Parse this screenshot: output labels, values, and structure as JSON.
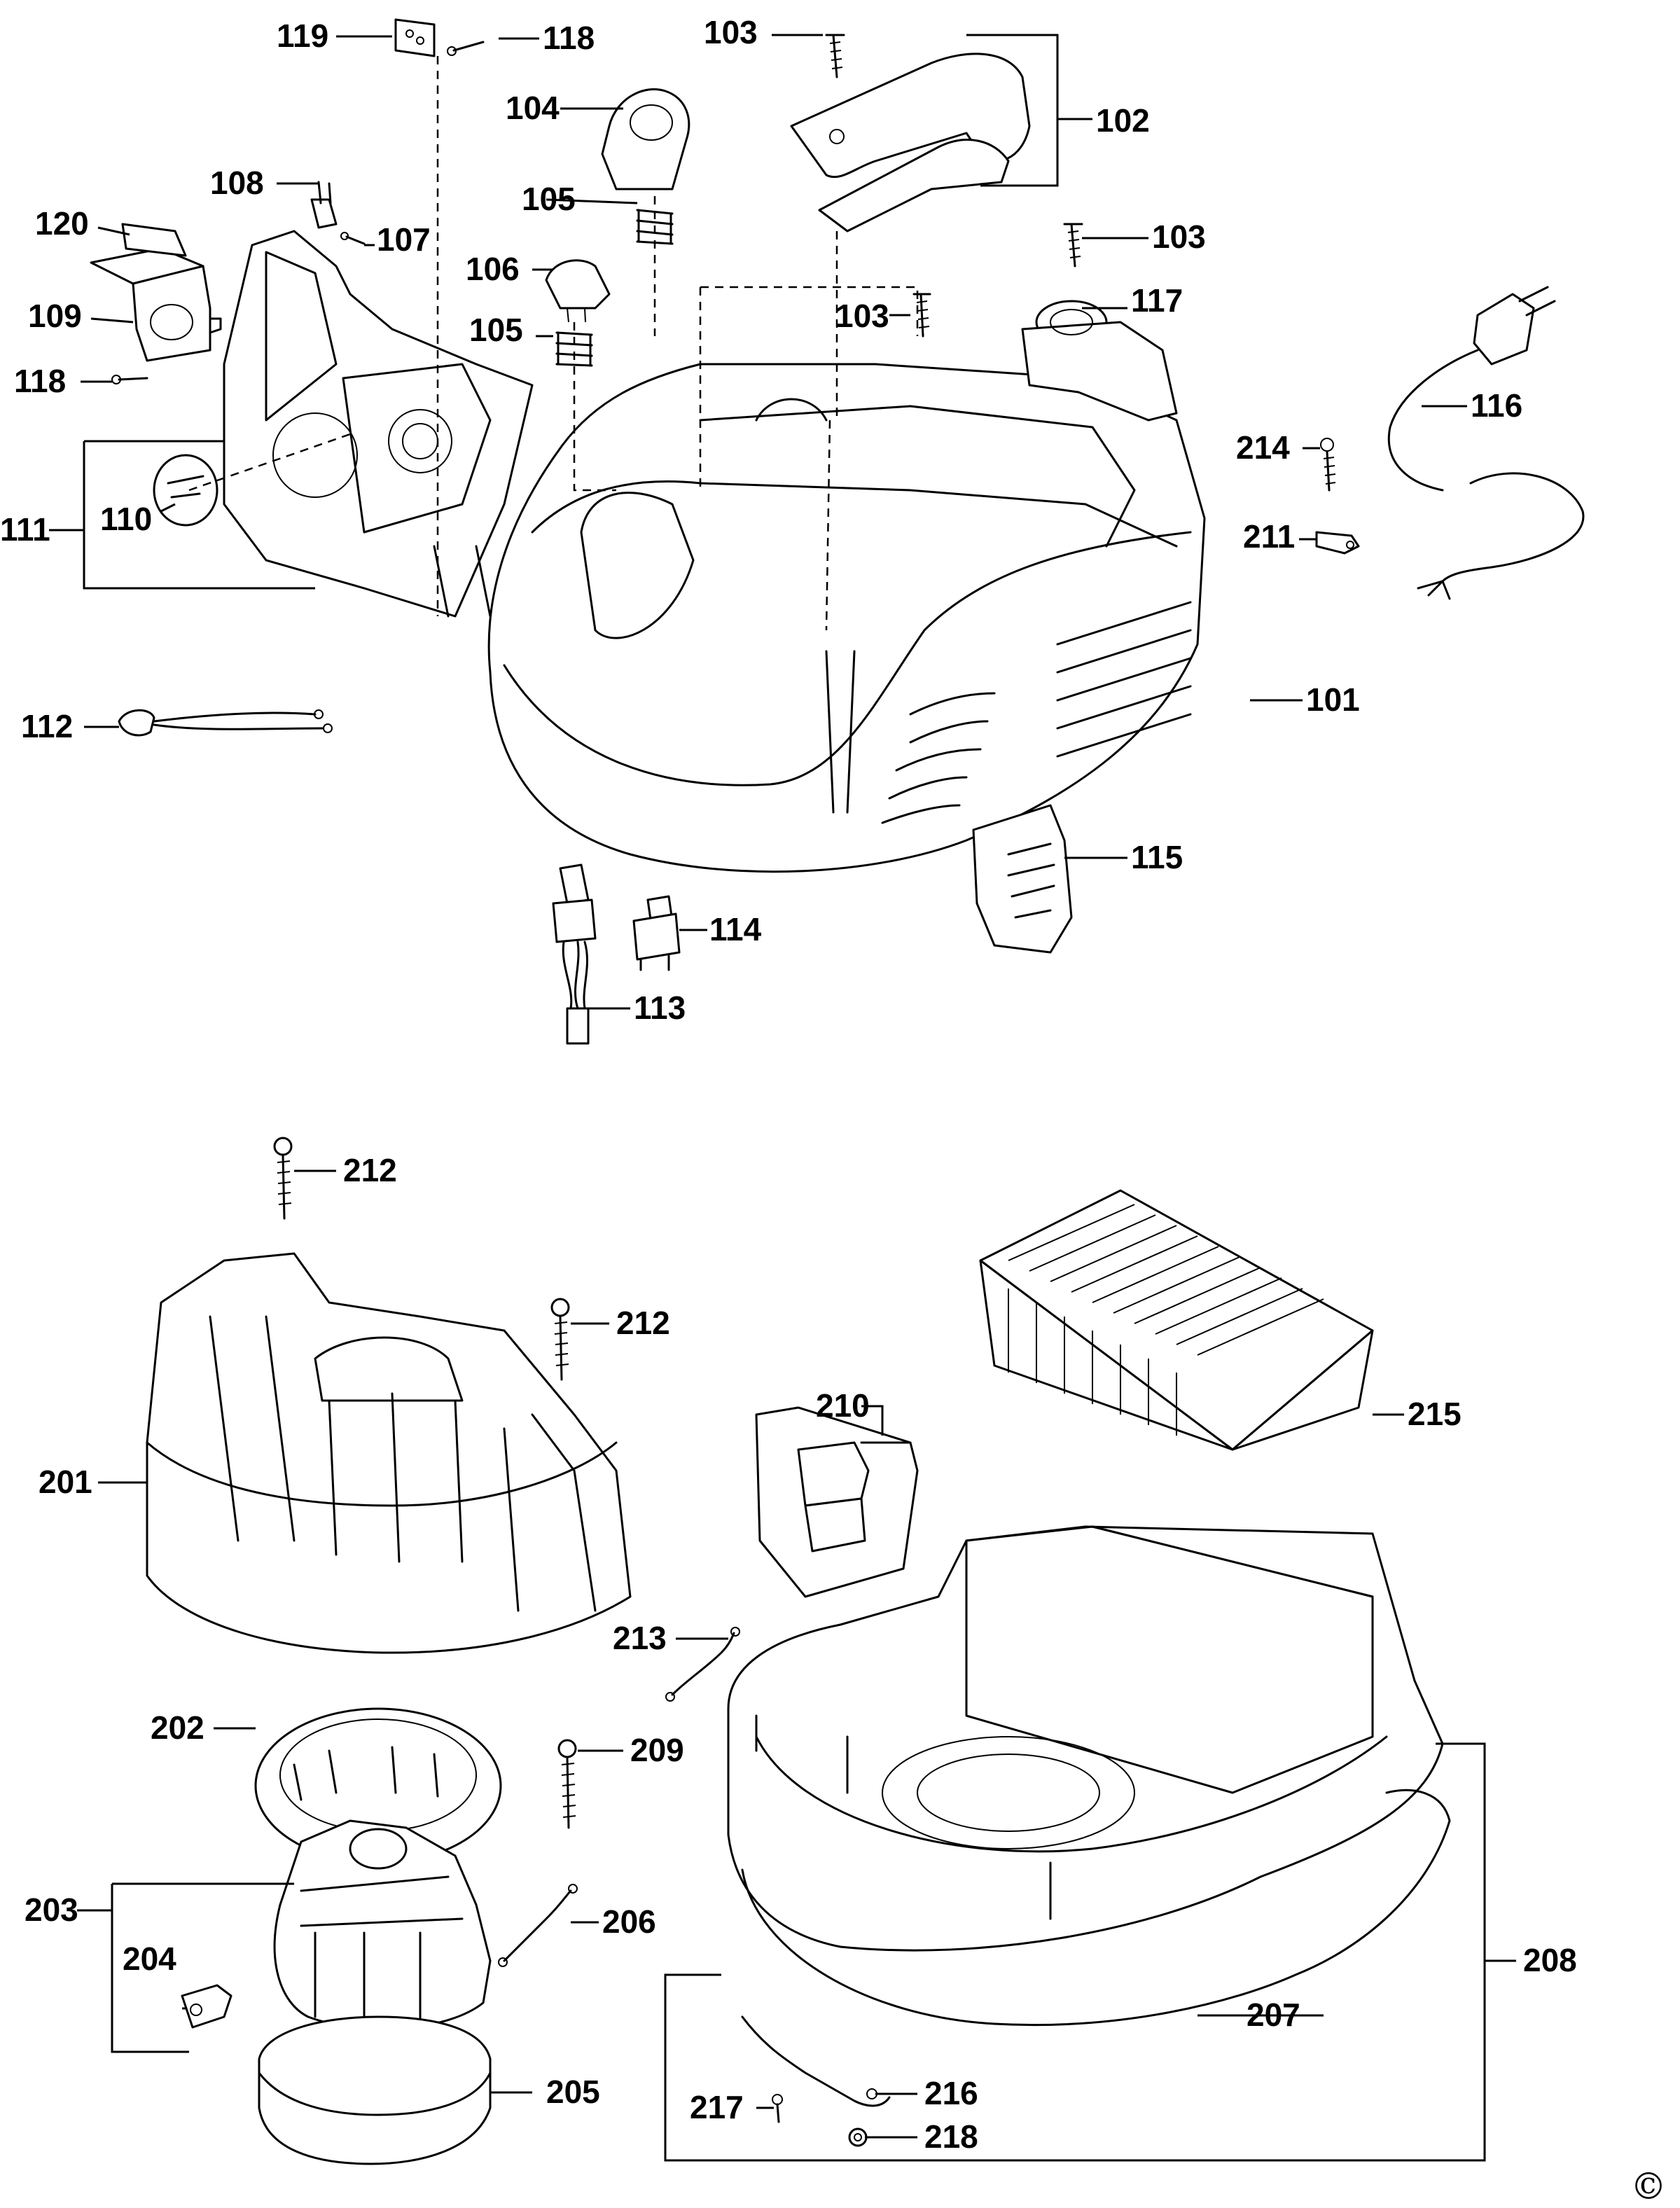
{
  "labels": {
    "p101": "101",
    "p102": "102",
    "p103a": "103",
    "p103b": "103",
    "p103c": "103",
    "p104": "104",
    "p105a": "105",
    "p105b": "105",
    "p106": "106",
    "p107": "107",
    "p108": "108",
    "p109": "109",
    "p110": "110",
    "p111": "111",
    "p112": "112",
    "p113": "113",
    "p114": "114",
    "p115": "115",
    "p116": "116",
    "p117": "117",
    "p118a": "118",
    "p118b": "118",
    "p119": "119",
    "p120": "120",
    "p201": "201",
    "p202": "202",
    "p203": "203",
    "p204": "204",
    "p205": "205",
    "p206": "206",
    "p207": "207",
    "p208": "208",
    "p209": "209",
    "p210": "210",
    "p211": "211",
    "p212a": "212",
    "p212b": "212",
    "p213": "213",
    "p214": "214",
    "p215": "215",
    "p216": "216",
    "p217": "217",
    "p218": "218"
  },
  "copyright_symbol": "©"
}
